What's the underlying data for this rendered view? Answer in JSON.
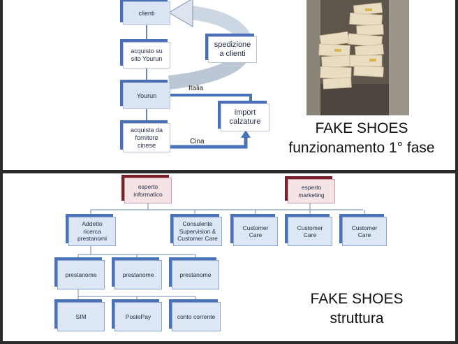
{
  "top_slide": {
    "process": {
      "clienti": "clienti",
      "acquisto": "acquisto su\nsito Yourun",
      "yourun": "Yourun",
      "acquista": "acquista da\nfornitore\ncinese",
      "spedizione": "spedizione\na clienti",
      "import": "import\ncalzature",
      "label_italia": "Italia",
      "label_cina": "Cina"
    },
    "caption": {
      "line1": "FAKE SHOES",
      "line2": "funzionamento 1° fase"
    }
  },
  "bottom_slide": {
    "org": {
      "esperto_informatico": "esperto\ninformatico",
      "esperto_marketing": "esperto\nmarketing",
      "addetto": "Addetto\nricerca\nprestanomi",
      "consulente": "Consulente\nSupervision &\nCustomer Care",
      "customer_care_1": "Customer\nCare",
      "customer_care_2": "Customer\nCare",
      "customer_care_3": "Customer\nCare",
      "prestanome_1": "prestanome",
      "prestanome_2": "prestanome",
      "prestanome_3": "prestanome",
      "sim": "SIM",
      "postepay": "PostePay",
      "conto_corrente": "conto corrente"
    },
    "caption": {
      "line1": "FAKE SHOES",
      "line2": "struttura"
    }
  },
  "colors": {
    "box_accent_blue": "#4a6fb5",
    "box_accent_red": "#7a1f2a",
    "box_fill_blue": "#dce6f4",
    "box_fill_pink": "#f6e3e5"
  }
}
